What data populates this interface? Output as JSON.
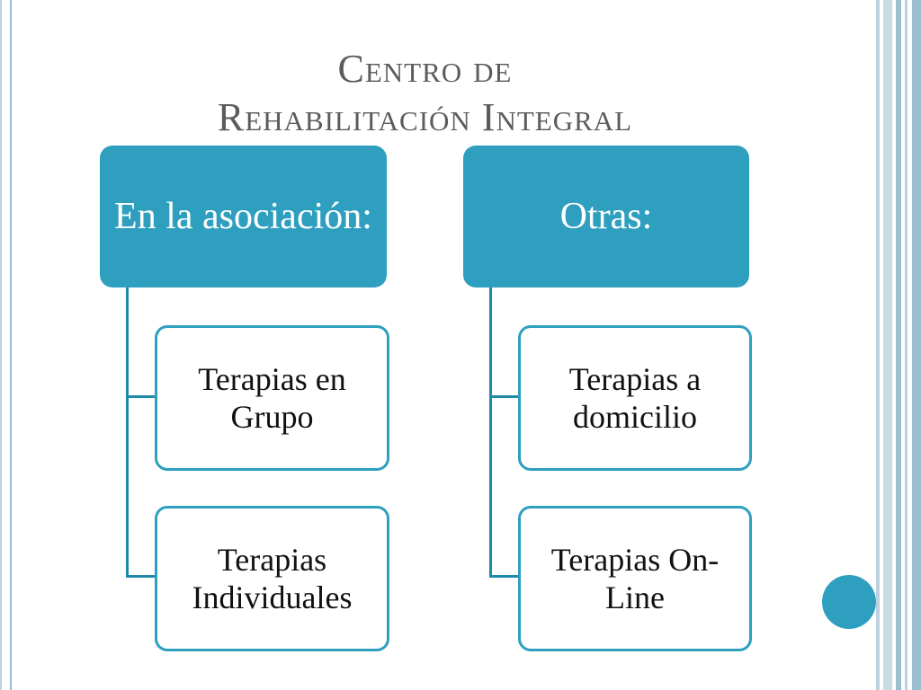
{
  "title": {
    "line1": "Centro de",
    "line2": "Rehabilitación Integral"
  },
  "groups": [
    {
      "heading": "En la asociación:",
      "items": [
        "Terapias en Grupo",
        "Terapias Individuales"
      ]
    },
    {
      "heading": "Otras:",
      "items": [
        "Terapias a domicilio",
        "Terapias On-Line"
      ]
    }
  ],
  "colors": {
    "accent": "#2e9fbf",
    "title_text": "#5b5b5b",
    "background": "#ffffff"
  }
}
